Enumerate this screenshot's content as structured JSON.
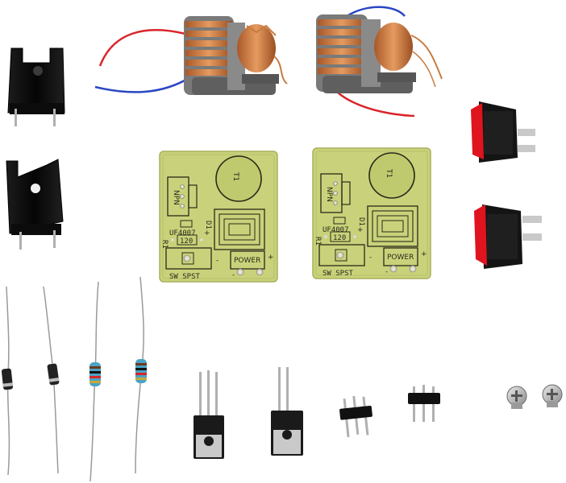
{
  "colors": {
    "background": "#ffffff",
    "pcb": "#c9d27a",
    "pcb_edge": "#a8b05c",
    "silkscreen": "#2a2a1a",
    "copper": "#c7763a",
    "bobbin": "#6f6f6f",
    "heatsink": "#111111",
    "switch_body": "#161616",
    "switch_rocker": "#e0141e",
    "wire_red": "#d9252b",
    "wire_blue": "#2a46c4",
    "resistor_body": "#4aa3c6",
    "diode_body": "#222222",
    "transistor_body": "#1a1a1a",
    "screw": "#b9b9b9"
  },
  "boards": [
    {
      "labels": {
        "t1": "T1",
        "npn": "NPN",
        "diode_part": "UF4007",
        "plus1": "+",
        "d1": "D1",
        "r1": "R1",
        "res_value": "120",
        "minus1": "-",
        "power": "POWER",
        "plus2": "+",
        "minus2": "-",
        "switch": "SW SPST"
      }
    },
    {
      "labels": {
        "t1": "T1",
        "npn": "NPN",
        "diode_part": "UF4007",
        "plus1": "+",
        "d1": "D1",
        "r1": "R1",
        "res_value": "120",
        "minus1": "-",
        "power": "POWER",
        "plus2": "+",
        "minus2": "-",
        "switch": "SW SPST"
      }
    }
  ],
  "icons": {
    "heatsink": "heatsink-icon",
    "coil": "ignition-coil-icon",
    "switch": "rocker-switch-icon",
    "diode": "diode-icon",
    "resistor": "resistor-icon",
    "transistor": "transistor-icon",
    "header": "pin-header-icon",
    "screw": "screw-icon"
  }
}
